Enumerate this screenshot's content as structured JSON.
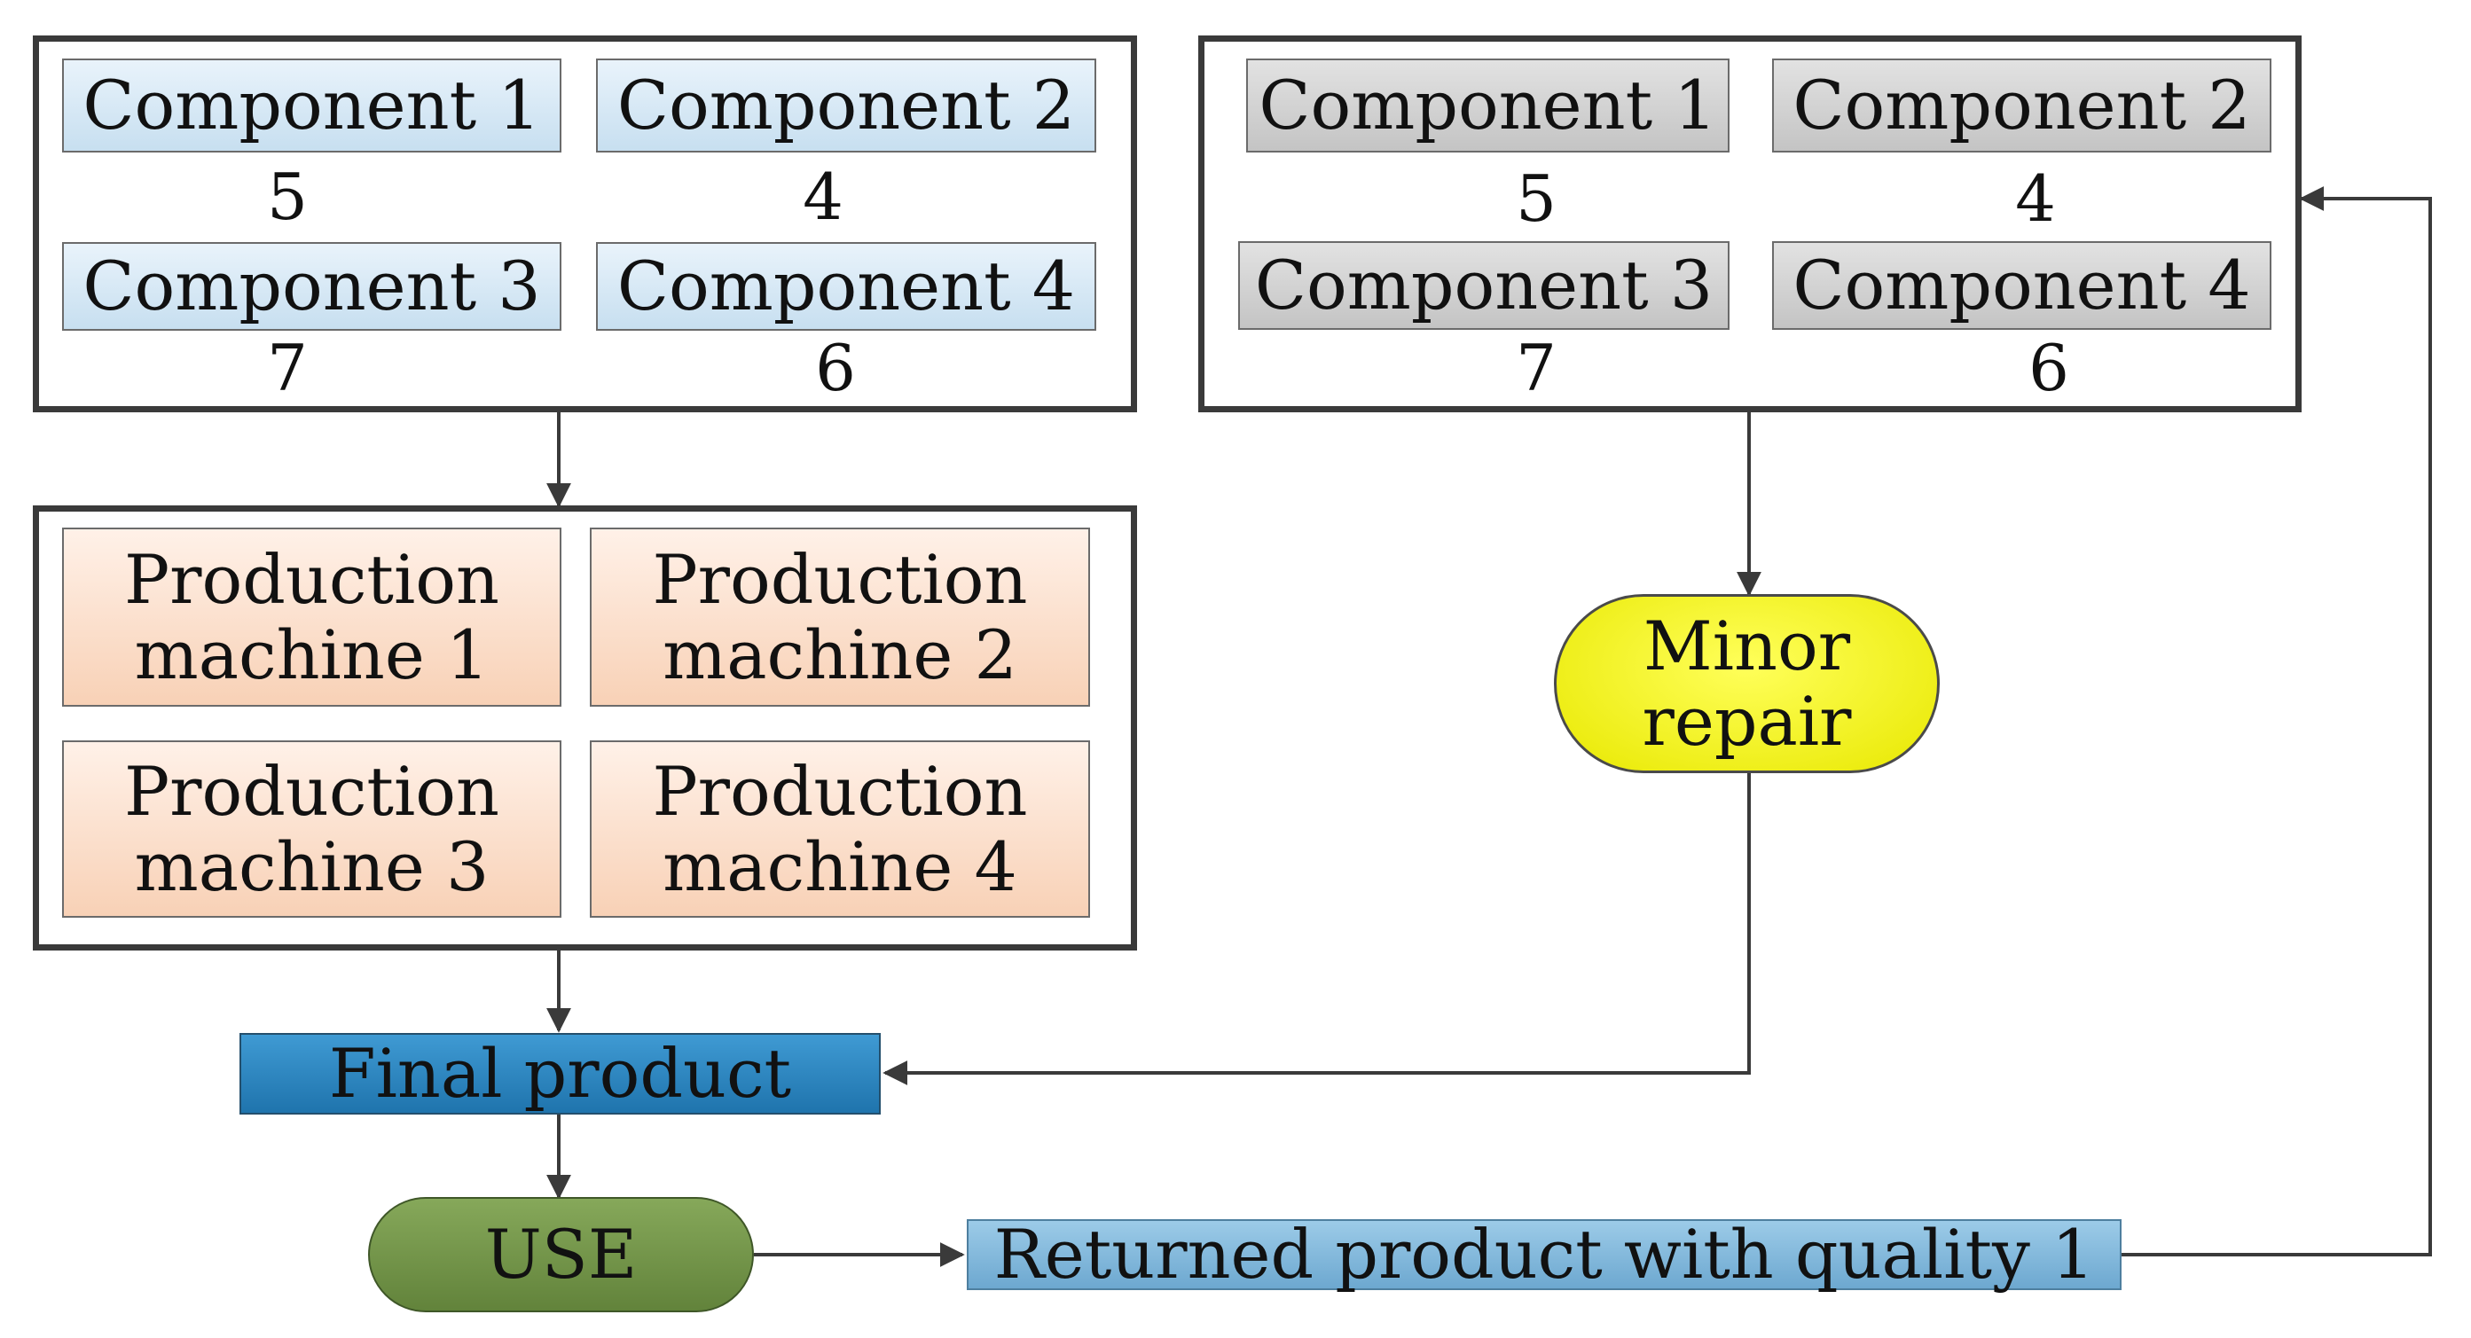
{
  "new_components": {
    "items": [
      {
        "label": "Component 1",
        "count": "5"
      },
      {
        "label": "Component 2",
        "count": "4"
      },
      {
        "label": "Component 3",
        "count": "7"
      },
      {
        "label": "Component 4",
        "count": "6"
      }
    ]
  },
  "production": {
    "machines": [
      "Production machine 1",
      "Production machine 2",
      "Production machine 3",
      "Production machine 4"
    ]
  },
  "final_product": "Final product",
  "use": "USE",
  "returned_product": "Returned product with quality 1",
  "returned_components": {
    "items": [
      {
        "label": "Component 1",
        "count": "5"
      },
      {
        "label": "Component 2",
        "count": "4"
      },
      {
        "label": "Component 3",
        "count": "7"
      },
      {
        "label": "Component 4",
        "count": "6"
      }
    ]
  },
  "minor_repair": "Minor repair",
  "colors": {
    "new_component": "#c7dff0",
    "machine": "#f8d1b6",
    "final_product": "#1f74ad",
    "returned_product": "#6da8d0",
    "use": "#62833b",
    "minor_repair": "#ffff00",
    "returned_component": "#c4c4c4",
    "connector": "#3a3a3a"
  }
}
